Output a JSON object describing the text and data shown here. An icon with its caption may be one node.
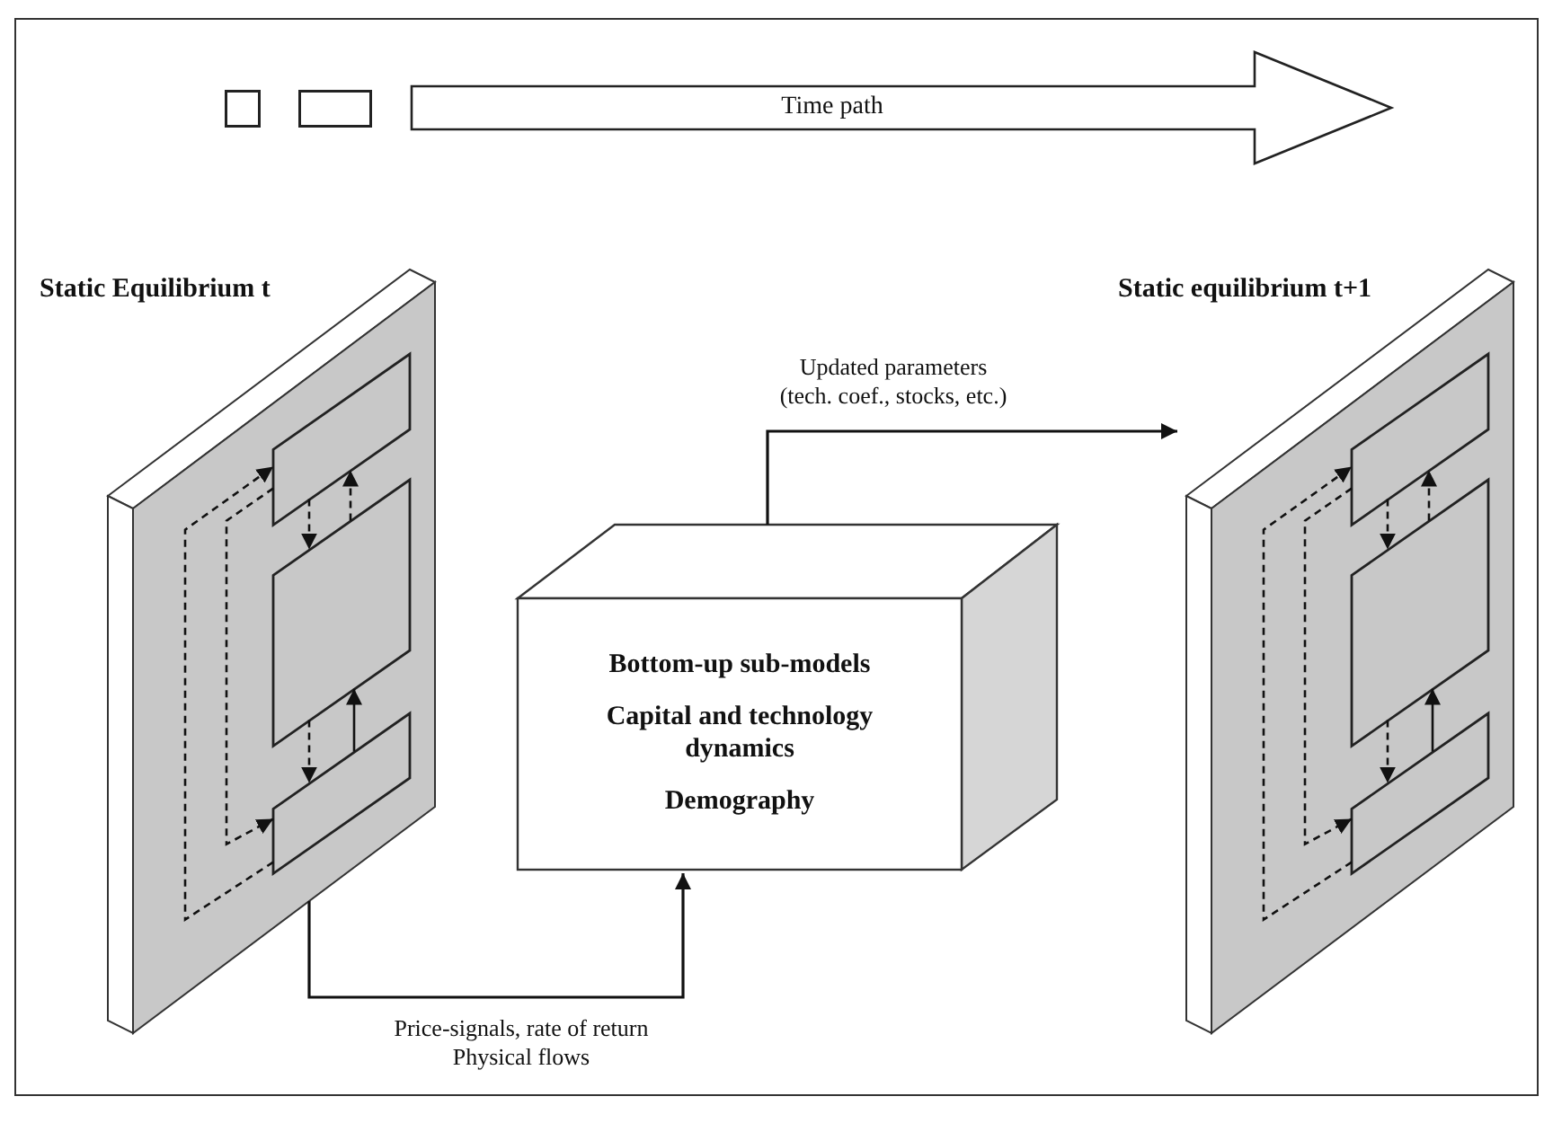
{
  "diagram": {
    "nodes": [
      {
        "text": [],
        "shape": "box"
      },
      {
        "text": [],
        "shape": "box"
      },
      {
        "text": [
          "Time path"
        ]
      },
      {
        "text": [
          "Static Equilibrium t"
        ]
      },
      {
        "text": [],
        "shape": "box",
        "in": 3
      },
      {
        "text": [],
        "shape": "box",
        "in": 3
      },
      {
        "text": [],
        "shape": "box",
        "in": 3
      },
      {
        "text": [
          "Bottom-up sub-models",
          "Capital and technology dynamics",
          "Demography"
        ]
      },
      {
        "text": [
          "Static equilibrium t+1"
        ]
      },
      {
        "text": [],
        "shape": "box",
        "in": 8
      },
      {
        "text": [],
        "shape": "box",
        "in": 8
      },
      {
        "text": [],
        "shape": "box",
        "in": 8
      }
    ],
    "edges": [
      {
        "from": 3,
        "to": 7,
        "arrow": "to",
        "label": "Price-signals, rate of return Physical flows"
      },
      {
        "from": 7,
        "to": 8,
        "arrow": "to",
        "label": "Updated parameters (tech. coef., stocks, etc.)"
      },
      {
        "from": 4,
        "to": 5,
        "arrow": "to",
        "style": "dashed"
      },
      {
        "from": 5,
        "to": 4,
        "arrow": "to",
        "style": "dashed"
      },
      {
        "from": 5,
        "to": 6,
        "arrow": "to",
        "style": "dashed"
      },
      {
        "from": 6,
        "to": 5,
        "arrow": "to"
      },
      {
        "from": 4,
        "to": 6,
        "arrow": "to",
        "style": "dashed"
      },
      {
        "from": 6,
        "to": 4,
        "arrow": "to",
        "style": "dashed"
      },
      {
        "from": 9,
        "to": 10,
        "arrow": "to",
        "style": "dashed"
      },
      {
        "from": 10,
        "to": 9,
        "arrow": "to",
        "style": "dashed"
      },
      {
        "from": 10,
        "to": 11,
        "arrow": "to",
        "style": "dashed"
      },
      {
        "from": 11,
        "to": 10,
        "arrow": "to"
      },
      {
        "from": 9,
        "to": 11,
        "arrow": "to",
        "style": "dashed"
      },
      {
        "from": 11,
        "to": 9,
        "arrow": "to",
        "style": "dashed"
      }
    ]
  }
}
